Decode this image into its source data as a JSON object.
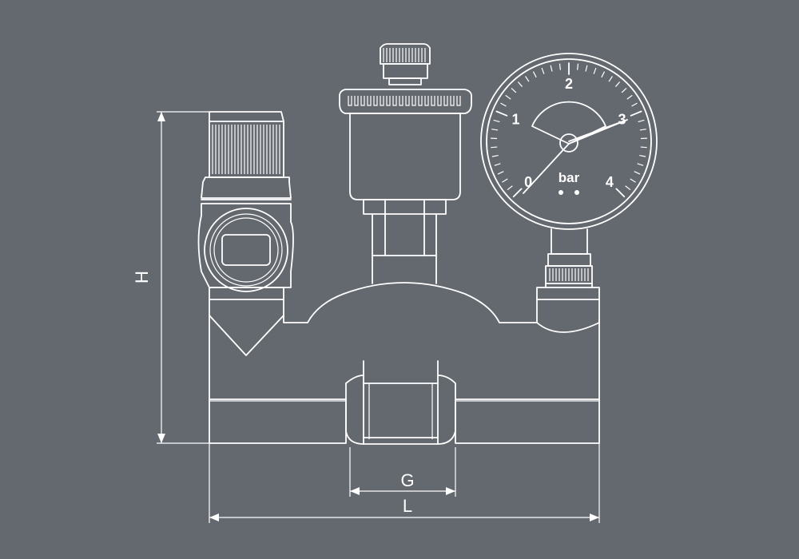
{
  "figure": {
    "colors": {
      "background": "#646970",
      "line": "#ffffff"
    },
    "dimensions": {
      "height_label": "H",
      "length_label": "L",
      "thread_label": "G"
    },
    "gauge": {
      "unit": "bar",
      "scale_labels": [
        "0",
        "1",
        "2",
        "3",
        "4"
      ]
    },
    "parts": [
      "safety-valve",
      "air-vent",
      "pressure-gauge",
      "manifold-body"
    ]
  }
}
